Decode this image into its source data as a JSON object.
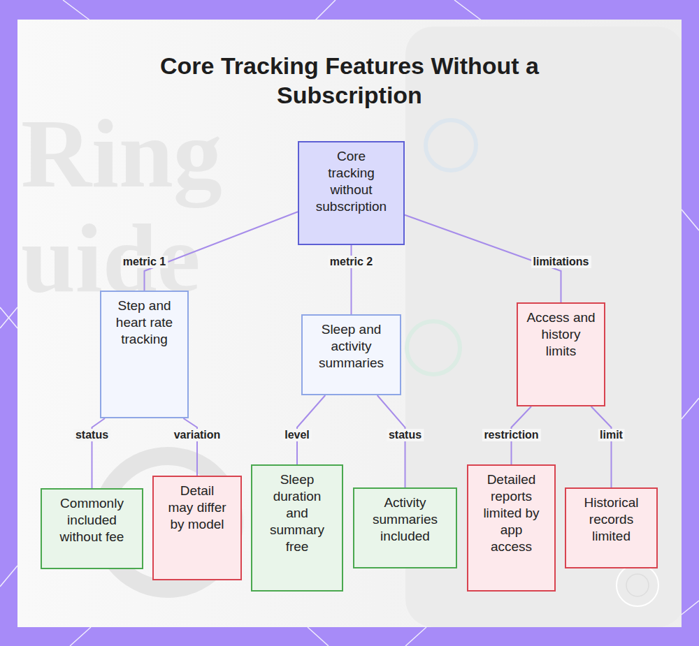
{
  "diagram": {
    "title": "Core Tracking Features Without a Subscription",
    "nodes": [
      {
        "text": [
          "Core tracking without subscription"
        ]
      },
      {
        "text": [
          "Step and heart rate tracking"
        ]
      },
      {
        "text": [
          "Sleep and activity summaries"
        ]
      },
      {
        "text": [
          "Access and history limits"
        ]
      },
      {
        "text": [
          "Commonly included without fee"
        ]
      },
      {
        "text": [
          "Detail may differ by model"
        ]
      },
      {
        "text": [
          "Sleep duration and summary free"
        ]
      },
      {
        "text": [
          "Activity summaries included"
        ]
      },
      {
        "text": [
          "Detailed reports limited by app access"
        ]
      },
      {
        "text": [
          "Historical records limited"
        ]
      }
    ],
    "edges": [
      {
        "from": 0,
        "to": 1,
        "label": "metric 1",
        "arrow": "none"
      },
      {
        "from": 0,
        "to": 2,
        "label": "metric 2",
        "arrow": "none"
      },
      {
        "from": 0,
        "to": 3,
        "label": "limitations",
        "arrow": "none"
      },
      {
        "from": 1,
        "to": 4,
        "label": "status",
        "arrow": "none"
      },
      {
        "from": 1,
        "to": 5,
        "label": "variation",
        "arrow": "none"
      },
      {
        "from": 2,
        "to": 6,
        "label": "level",
        "arrow": "none"
      },
      {
        "from": 2,
        "to": 7,
        "label": "status",
        "arrow": "none"
      },
      {
        "from": 3,
        "to": 8,
        "label": "restriction",
        "arrow": "none"
      },
      {
        "from": 3,
        "to": 9,
        "label": "limit",
        "arrow": "none"
      }
    ],
    "labels": [
      "Ring",
      "uide"
    ]
  }
}
